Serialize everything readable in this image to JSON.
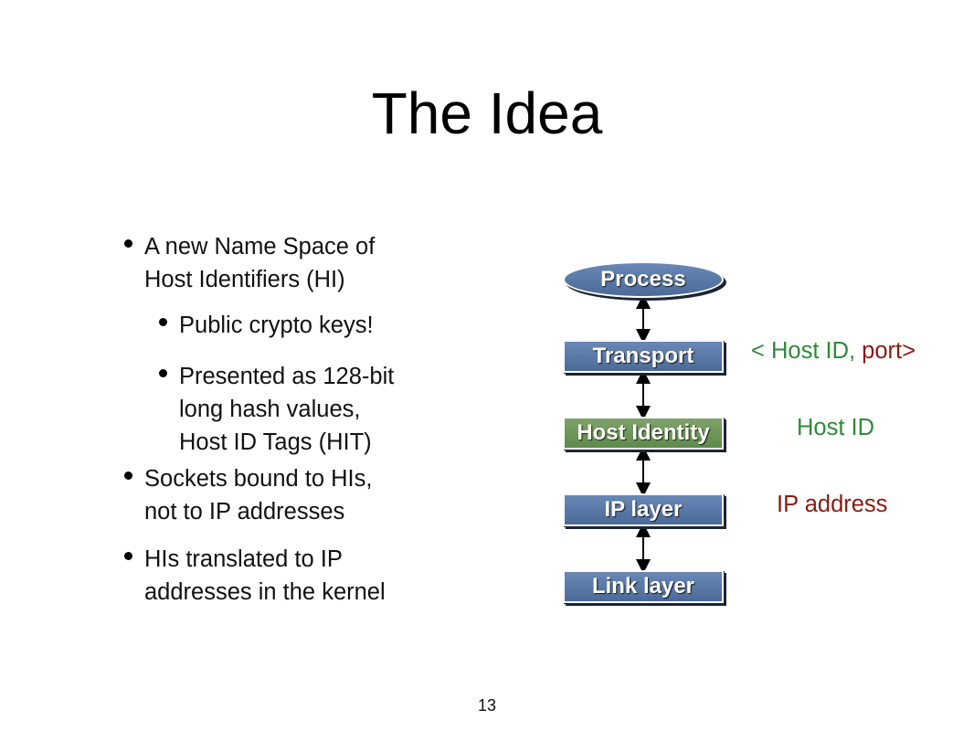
{
  "slide": {
    "title": "The Idea",
    "page_number": "13"
  },
  "bullets": [
    {
      "level": 1,
      "lines": [
        "A new Name Space of",
        "Host Identifiers (HI)"
      ]
    },
    {
      "level": 2,
      "lines": [
        "Public crypto keys!"
      ]
    },
    {
      "level": 2,
      "lines": [
        "Presented as 128-bit",
        "long hash values,",
        "Host ID Tags (HIT)"
      ]
    },
    {
      "level": 1,
      "lines": [
        "Sockets bound to HIs,",
        "not to IP addresses"
      ]
    },
    {
      "level": 1,
      "lines": [
        "HIs translated to IP",
        "addresses in the kernel"
      ]
    }
  ],
  "stack": {
    "layers": [
      "Process",
      "Transport",
      "Host Identity",
      "IP layer",
      "Link layer"
    ],
    "labels": {
      "transport_open": "< Host ID,",
      "transport_port": "port>",
      "host_identity": "Host ID",
      "ip_layer": "IP address"
    }
  },
  "colors": {
    "layer_blue": "#5b79a8",
    "layer_green": "#6f9a5a",
    "label_green": "#2f8a3a",
    "label_red": "#8b1a12"
  }
}
